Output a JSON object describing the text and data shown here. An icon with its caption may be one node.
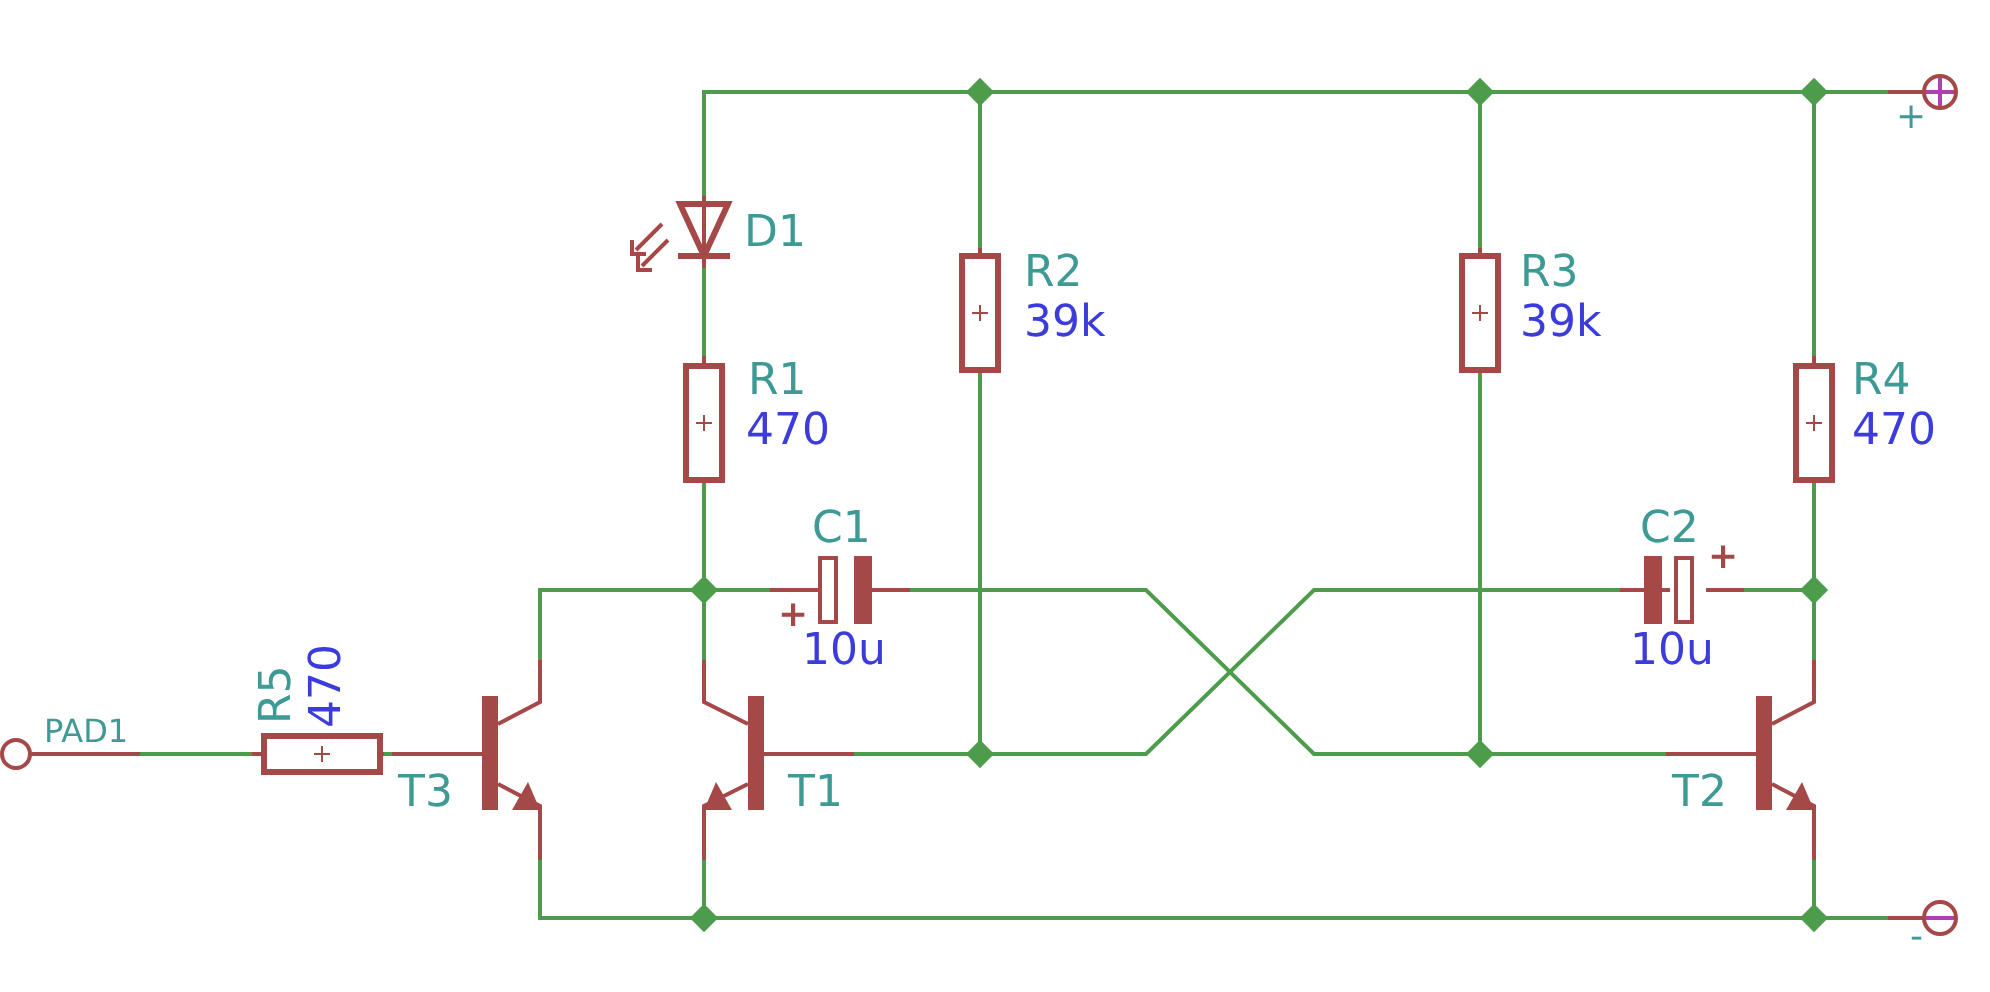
{
  "diagram": {
    "nodes": [
      {
        "text": [
          "D1"
        ]
      },
      {
        "text": [
          "R1",
          "470"
        ]
      },
      {
        "text": [
          "R2",
          "39k"
        ]
      },
      {
        "text": [
          "R3",
          "39k"
        ]
      },
      {
        "text": [
          "R4",
          "470"
        ]
      },
      {
        "text": [
          "C1",
          "10u",
          "+"
        ]
      },
      {
        "text": [
          "C2",
          "10u",
          "+"
        ]
      },
      {
        "text": [
          "R5",
          "470"
        ]
      },
      {
        "text": [
          "T1"
        ]
      },
      {
        "text": [
          "T2"
        ]
      },
      {
        "text": [
          "T3"
        ]
      },
      {
        "text": [
          "PAD1"
        ]
      },
      {
        "text": [
          "+"
        ]
      },
      {
        "text": [
          "-"
        ]
      }
    ],
    "edges": [
      {
        "from": 0,
        "to": 2,
        "arrow": "none"
      },
      {
        "from": 2,
        "to": 3,
        "arrow": "none"
      },
      {
        "from": 3,
        "to": 4,
        "arrow": "none"
      },
      {
        "from": 4,
        "to": 12,
        "arrow": "none"
      },
      {
        "from": 0,
        "to": 1,
        "arrow": "none"
      },
      {
        "from": 1,
        "to": 5,
        "arrow": "none"
      },
      {
        "from": 1,
        "to": 8,
        "arrow": "none"
      },
      {
        "from": 10,
        "to": 1,
        "arrow": "none"
      },
      {
        "from": 5,
        "to": 3,
        "arrow": "none"
      },
      {
        "from": 3,
        "to": 9,
        "arrow": "none"
      },
      {
        "from": 6,
        "to": 4,
        "arrow": "none"
      },
      {
        "from": 4,
        "to": 9,
        "arrow": "none"
      },
      {
        "from": 6,
        "to": 2,
        "arrow": "none"
      },
      {
        "from": 2,
        "to": 8,
        "arrow": "none"
      },
      {
        "from": 10,
        "to": 8,
        "arrow": "none"
      },
      {
        "from": 8,
        "to": 9,
        "arrow": "none"
      },
      {
        "from": 9,
        "to": 13,
        "arrow": "none"
      },
      {
        "from": 11,
        "to": 7,
        "arrow": "none"
      },
      {
        "from": 7,
        "to": 10,
        "arrow": "none"
      }
    ]
  }
}
